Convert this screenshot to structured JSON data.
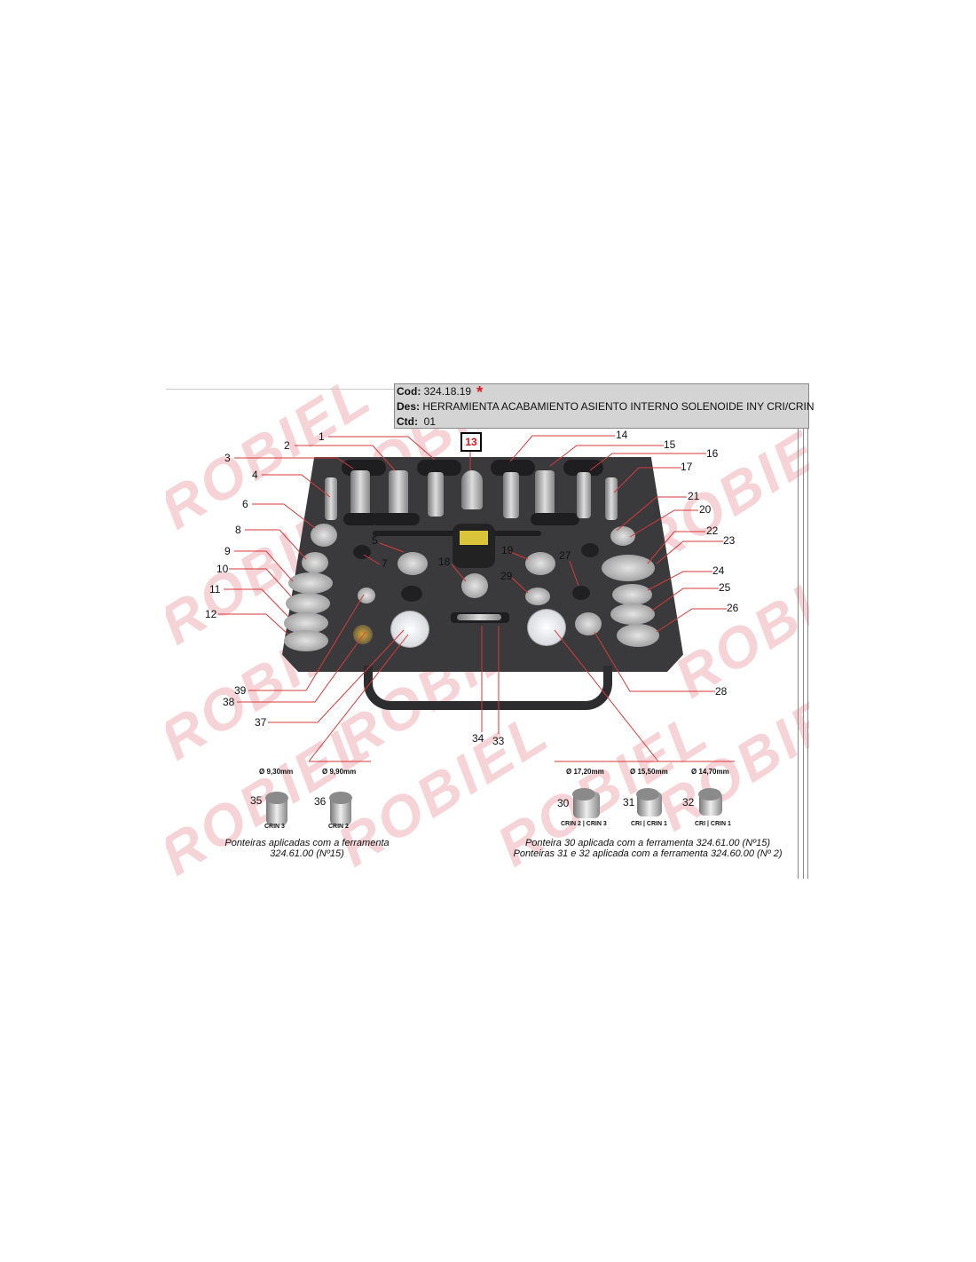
{
  "info": {
    "cod_label": "Cod:",
    "cod_value": "324.18.19",
    "des_label": "Des:",
    "des_value": "HERRAMIENTA ACABAMIENTO ASIENTO INTERNO SOLENOIDE INY CRI/CRIN",
    "ctd_label": "Ctd:",
    "ctd_value": "01",
    "marker": "*"
  },
  "watermark": "ROBIEL",
  "highlighted_number": "13",
  "callouts": [
    "1",
    "2",
    "3",
    "4",
    "6",
    "8",
    "9",
    "10",
    "11",
    "12",
    "39",
    "38",
    "37",
    "34",
    "33",
    "14",
    "15",
    "16",
    "17",
    "21",
    "20",
    "22",
    "23",
    "24",
    "25",
    "26",
    "28",
    "5",
    "7",
    "18",
    "19",
    "27",
    "29"
  ],
  "tips_left": {
    "items": [
      {
        "number": "35",
        "diameter": "Ø 9,30mm",
        "label": "CRIN 3"
      },
      {
        "number": "36",
        "diameter": "Ø 9,90mm",
        "label": "CRIN 2"
      }
    ],
    "caption_line1": "Ponteiras aplicadas com a ferramenta",
    "caption_line2": "324.61.00 (Nº15)"
  },
  "tips_right": {
    "items": [
      {
        "number": "30",
        "diameter": "Ø 17,20mm",
        "label": "CRIN 2 | CRIN 3"
      },
      {
        "number": "31",
        "diameter": "Ø 15,50mm",
        "label": "CRI | CRIN 1"
      },
      {
        "number": "32",
        "diameter": "Ø 14,70mm",
        "label": "CRI | CRIN 1"
      }
    ],
    "caption_line1": "Ponteira 30 aplicada com a ferramenta 324.61.00 (Nº15)",
    "caption_line2": "Ponteiras 31 e 32 aplicada com a ferramenta 324.60.00 (Nº  2)"
  },
  "colors": {
    "accent": "#e0141c",
    "case": "#3a3a3c",
    "infobox": "#d4d4d4"
  }
}
